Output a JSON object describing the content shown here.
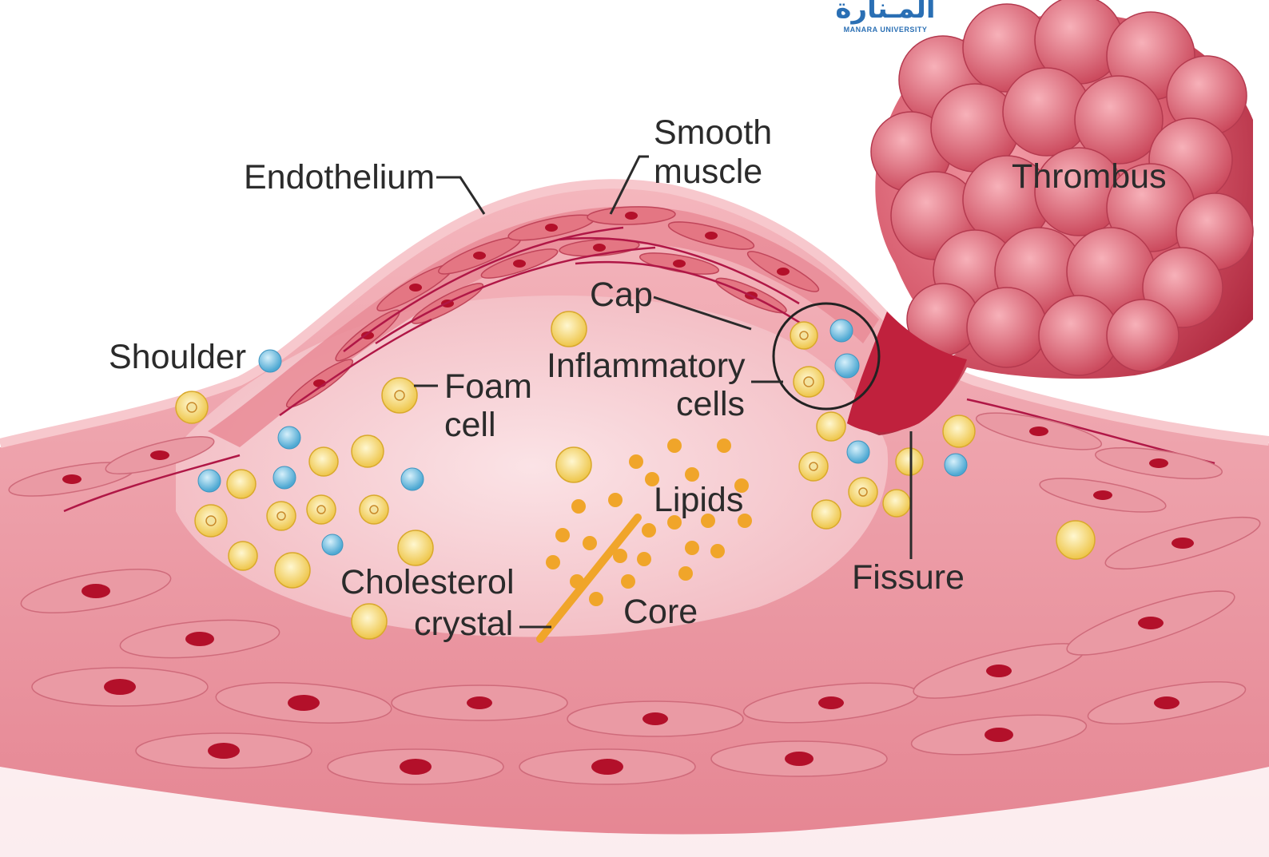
{
  "logo": {
    "arabic": "المـنارة",
    "english": "MANARA UNIVERSITY"
  },
  "labels": {
    "endothelium": "Endothelium",
    "smooth_muscle_1": "Smooth",
    "smooth_muscle_2": "muscle",
    "thrombus": "Thrombus",
    "cap": "Cap",
    "shoulder": "Shoulder",
    "inflammatory_1": "Inflammatory",
    "inflammatory_2": "cells",
    "foam_1": "Foam",
    "foam_2": "cell",
    "lipids": "Lipids",
    "cholesterol_1": "Cholesterol",
    "cholesterol_2": "crystal",
    "core": "Core",
    "fissure": "Fissure"
  },
  "colors": {
    "tissue": "#f0a9b0",
    "core": "#f8d7db",
    "cell": "#e07a86",
    "nucleus": "#b3102a",
    "fiber": "#b01746",
    "thrombus": "#c43a4d",
    "foam": "#f2d35a",
    "blue_cell": "#6cc3e6",
    "lipid": "#f0a52a"
  }
}
